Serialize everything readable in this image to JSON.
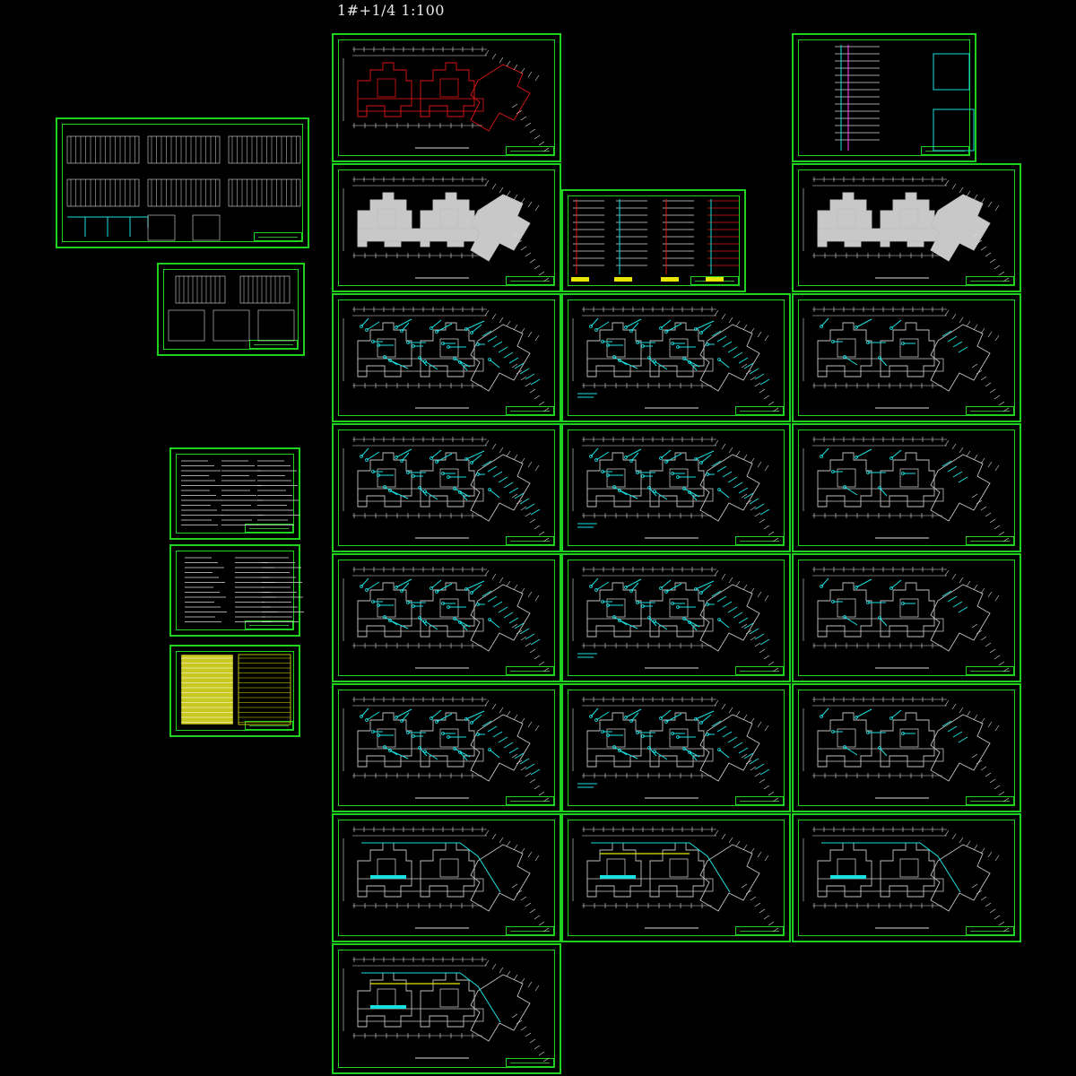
{
  "drawing": {
    "title": "1#+1/4 1:100"
  },
  "colors": {
    "frame": "#1fd21f",
    "background": "#000000",
    "plan_lines": "#bfbfbf",
    "wiring": "#19e0e0",
    "structure_red": "#e01515",
    "highlight_yellow": "#e6e600"
  },
  "sheets": {
    "system_diagrams": [
      "system-diagram-large",
      "system-diagram-small"
    ],
    "notes": [
      "design-notes",
      "equipment-notes",
      "material-table"
    ],
    "plans": [
      "roof-plan",
      "riser-diagram",
      "fill-plan-a",
      "riser-set",
      "fill-plan-b",
      "floor-plans-3x4",
      "ground-plans",
      "basement-plan"
    ]
  }
}
